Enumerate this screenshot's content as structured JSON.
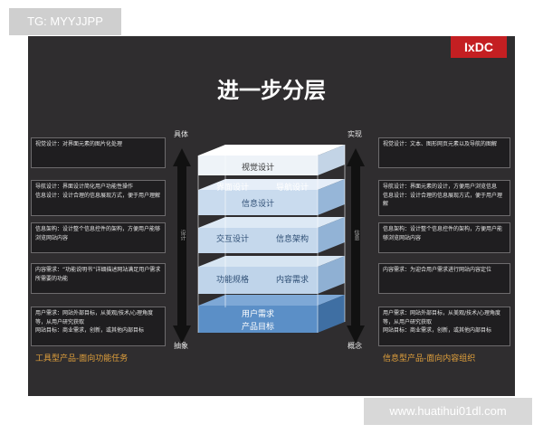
{
  "watermark": {
    "tag": "TG: MYYJJPP",
    "url": "www.huatihui01dl.com"
  },
  "logo": "IxDC",
  "title": "进一步分层",
  "left": {
    "top_label": "具体",
    "bottom_label": "抽象",
    "arrow_text": "设计",
    "caption": "工具型产品-面向功能任务",
    "boxes": [
      [
        "视觉设计：对界面元素的图片化处理"
      ],
      [
        "导航设计：界面设计简化用户功能性操作",
        "信息设计：设计合理的信息展现方式，便于用户理解"
      ],
      [
        "信息架构：设计整个信息控件的架构，方便用户能够浏览网站内容"
      ],
      [
        "内容需求：“功能说明书”详细描述网站满足用户需求所需要的功能"
      ],
      [
        "用户需求：网站外部目标，从美观/技术/心理角度等，从用户研究获取",
        "网站目标：商业需求，创新，或其他内部目标"
      ]
    ]
  },
  "right": {
    "top_label": "实现",
    "bottom_label": "概念",
    "arrow_text": "信息",
    "caption": "信息型产品-面向内容组织",
    "boxes": [
      [
        "视觉设计：文本、图形网页元素以及导航的图解"
      ],
      [
        "导航设计：界面元素的设计，方便用户浏览信息",
        "信息设计：设计合理的信息展现方式，便于用户理解"
      ],
      [
        "信息架构：设计整个信息控件的架构，方便用户能够浏览网站内容"
      ],
      [
        "内容需求：为迎合用户需求进行网站内容定位"
      ],
      [
        "用户需求：网站外部目标，从美观/技术/心理角度等，从用户研究获取",
        "网站目标：商业需求，创新，或其他内部目标"
      ]
    ]
  },
  "layers": {
    "visual": "视觉设计",
    "interface": "界面设计",
    "navigation": "导航设计",
    "info_design": "信息设计",
    "interaction": "交互设计",
    "info_arch": "信息架构",
    "function_spec": "功能规格",
    "content_req": "内容需求",
    "user_need": "用户需求",
    "product_goal": "产品目标"
  },
  "colors": {
    "board": "#2f2d2f",
    "logo": "#c41f22",
    "caption": "#e0a03c",
    "layer_light": "#cfe0ef",
    "layer_blue": "#5b8fc7"
  }
}
